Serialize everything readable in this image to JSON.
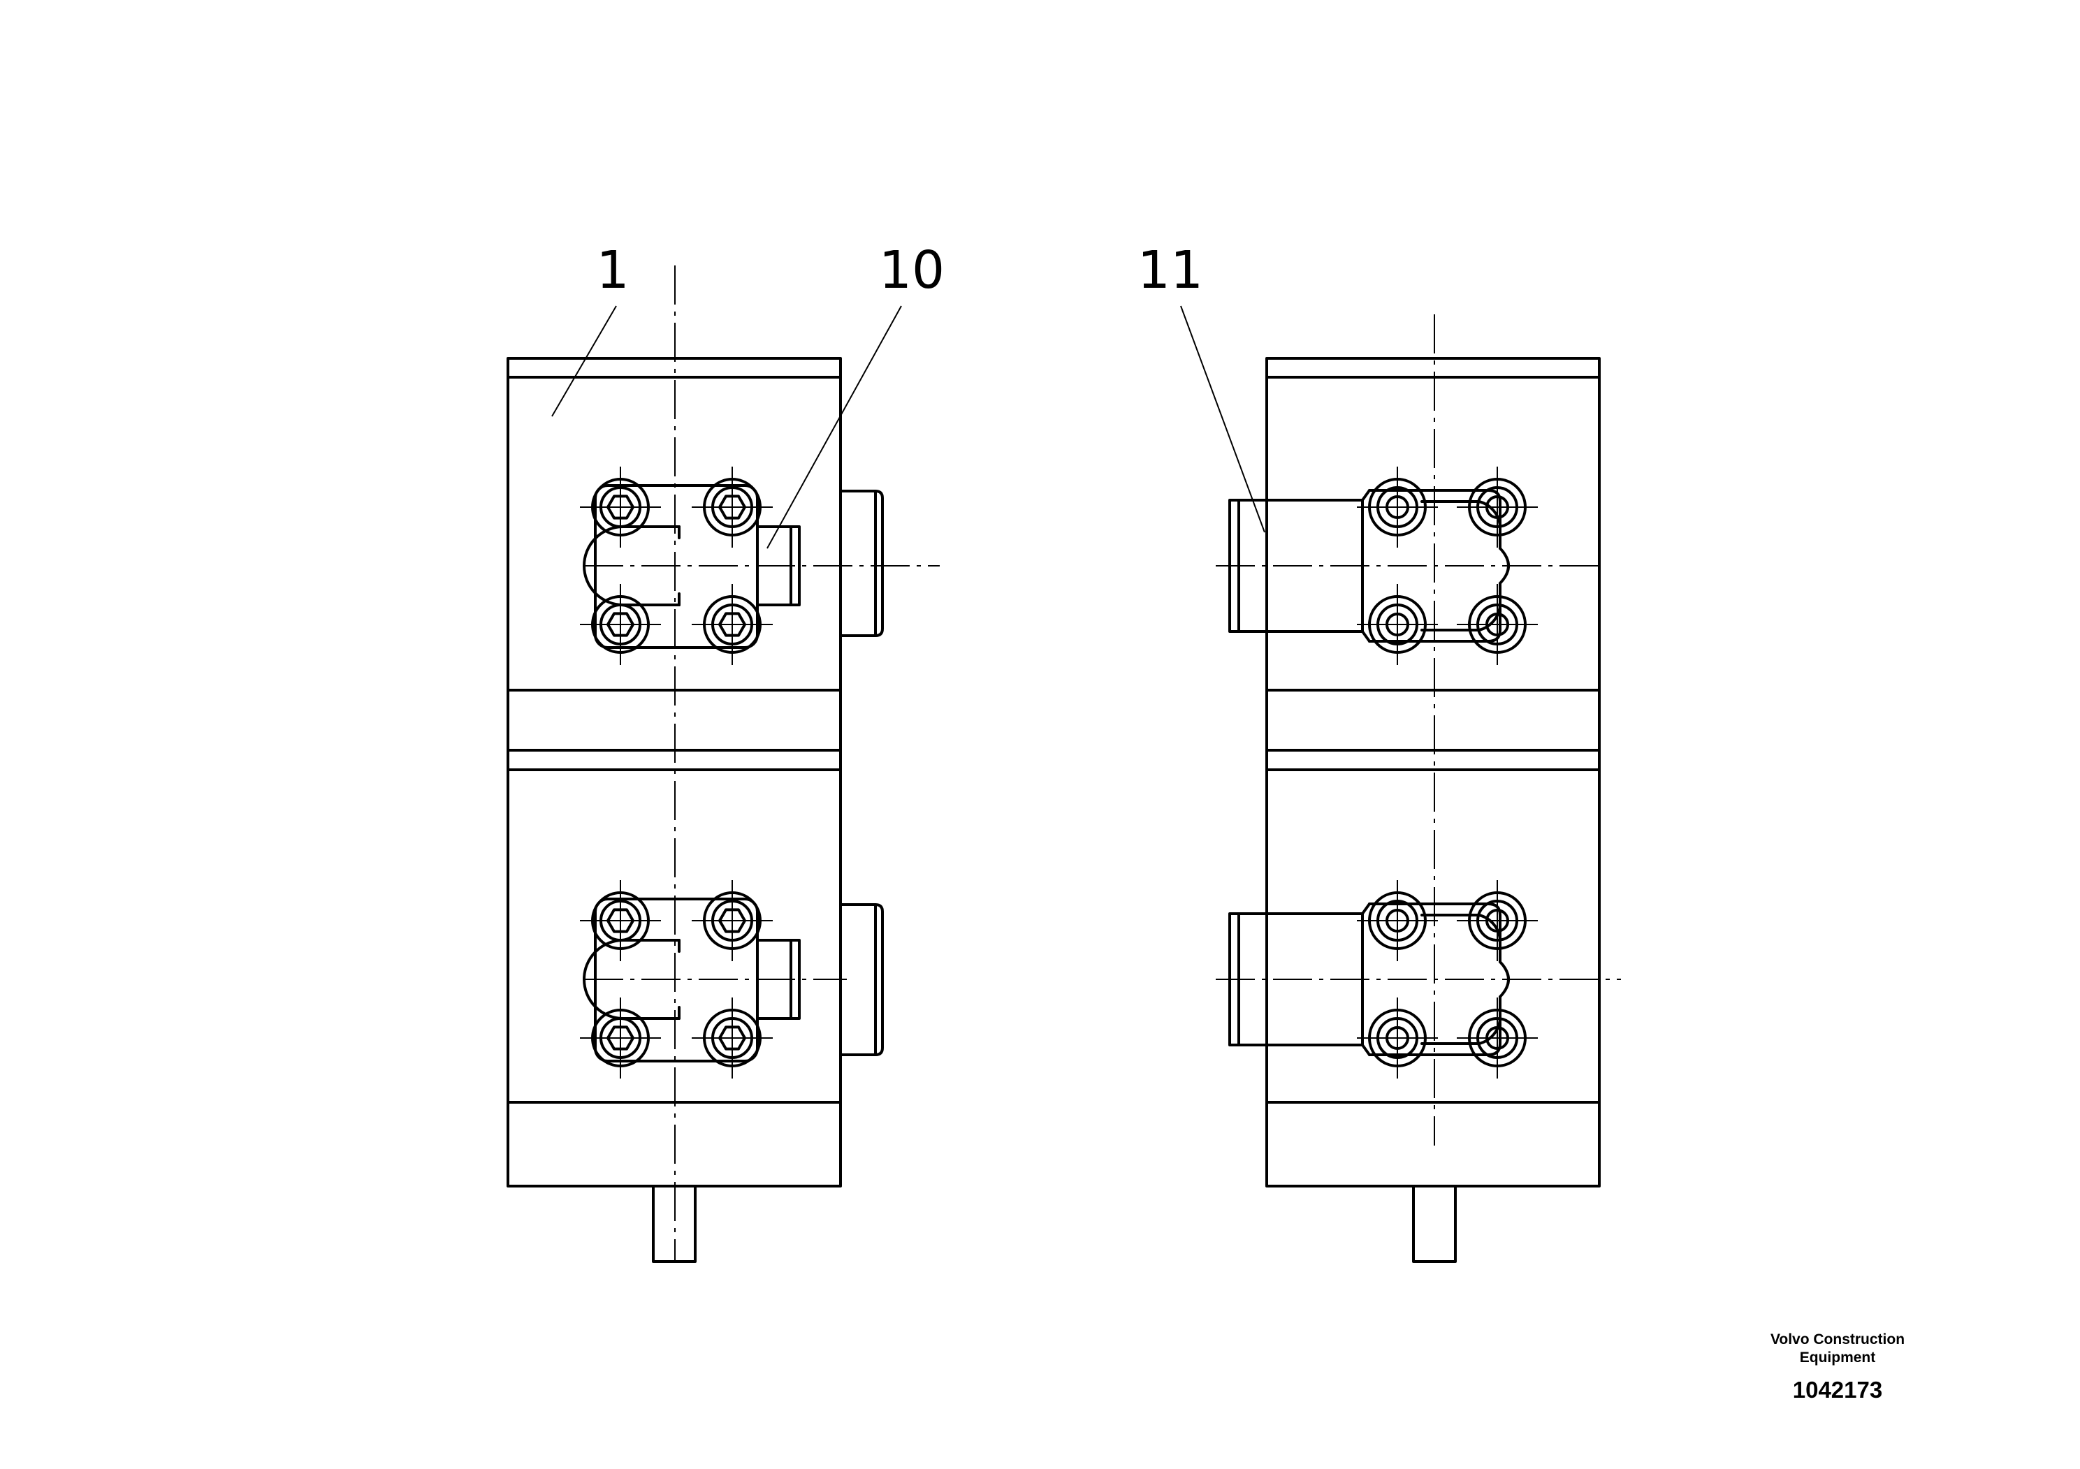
{
  "callouts": [
    {
      "id": "1",
      "text": "1"
    },
    {
      "id": "10",
      "text": "10"
    },
    {
      "id": "11",
      "text": "11"
    }
  ],
  "manufacturer": {
    "line1": "Volvo Construction",
    "line2": "Equipment"
  },
  "drawing_number": "1042173"
}
